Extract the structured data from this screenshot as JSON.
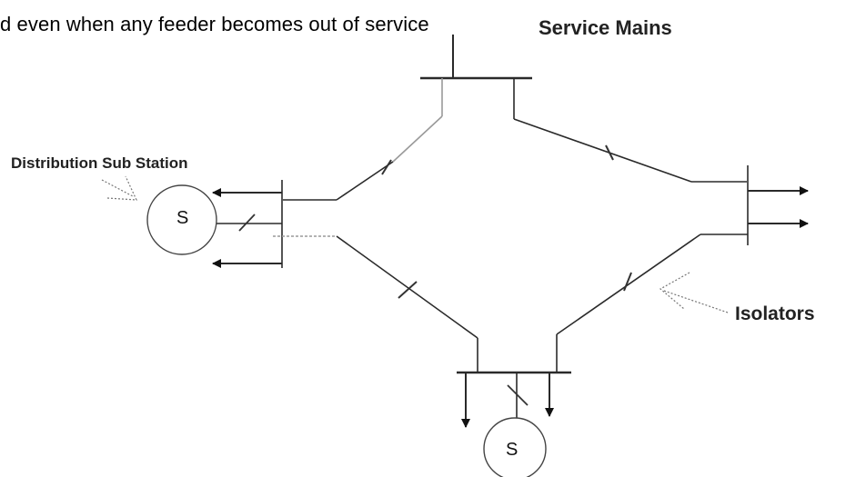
{
  "caption": "d even when any feeder becomes out of service",
  "labels": {
    "service_mains": "Service Mains",
    "distribution_sub_station": "Distribution Sub Station",
    "isolators": "Isolators",
    "substation_left": "S",
    "substation_bottom": "S"
  },
  "colors": {
    "line": "#2a2a2a",
    "faded_line": "#9a9a9a",
    "background": "#ffffff"
  }
}
